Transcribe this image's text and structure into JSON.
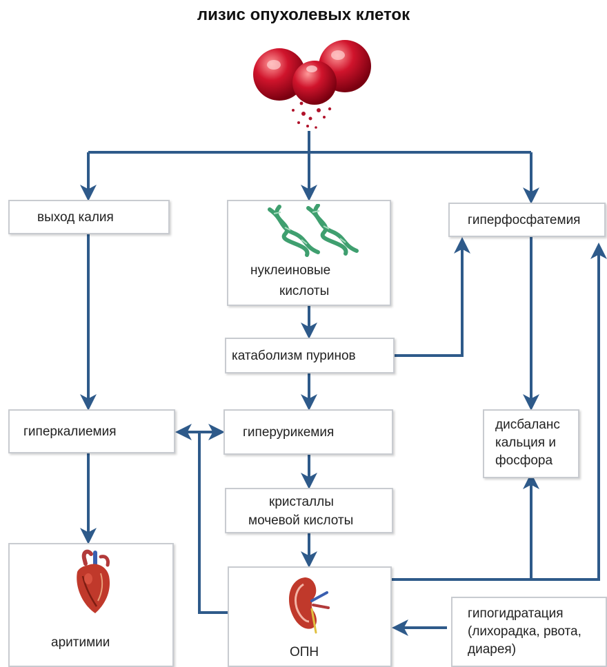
{
  "title": "лизис опухолевых клеток",
  "nodes": {
    "potassium_release": "выход калия",
    "nucleic_acids_1": "нуклеиновые",
    "nucleic_acids_2": "кислоты",
    "hyperphosphatemia": "гиперфосфатемия",
    "purine_catabolism": "катаболизм пуринов",
    "hyperkalemia": "гиперкалиемия",
    "hyperuricemia": "гиперурикемия",
    "calcium_phosphorus_1": "дисбаланс",
    "calcium_phosphorus_2": "кальция и",
    "calcium_phosphorus_3": "фосфора",
    "uric_crystals_1": "кристаллы",
    "uric_crystals_2": "мочевой кислоты",
    "arrhythmias": "аритимии",
    "aki": "ОПН",
    "hypohydration_1": "гипогидратация",
    "hypohydration_2": "(лихорадка, рвота,",
    "hypohydration_3": "диарея)"
  },
  "colors": {
    "arrow": "#2e5a8a",
    "cell": "#c8102e",
    "dna": "#3f9f6f"
  },
  "icons": [
    "tumor-cells-icon",
    "dna-helix-icon",
    "heart-icon",
    "kidney-icon"
  ]
}
